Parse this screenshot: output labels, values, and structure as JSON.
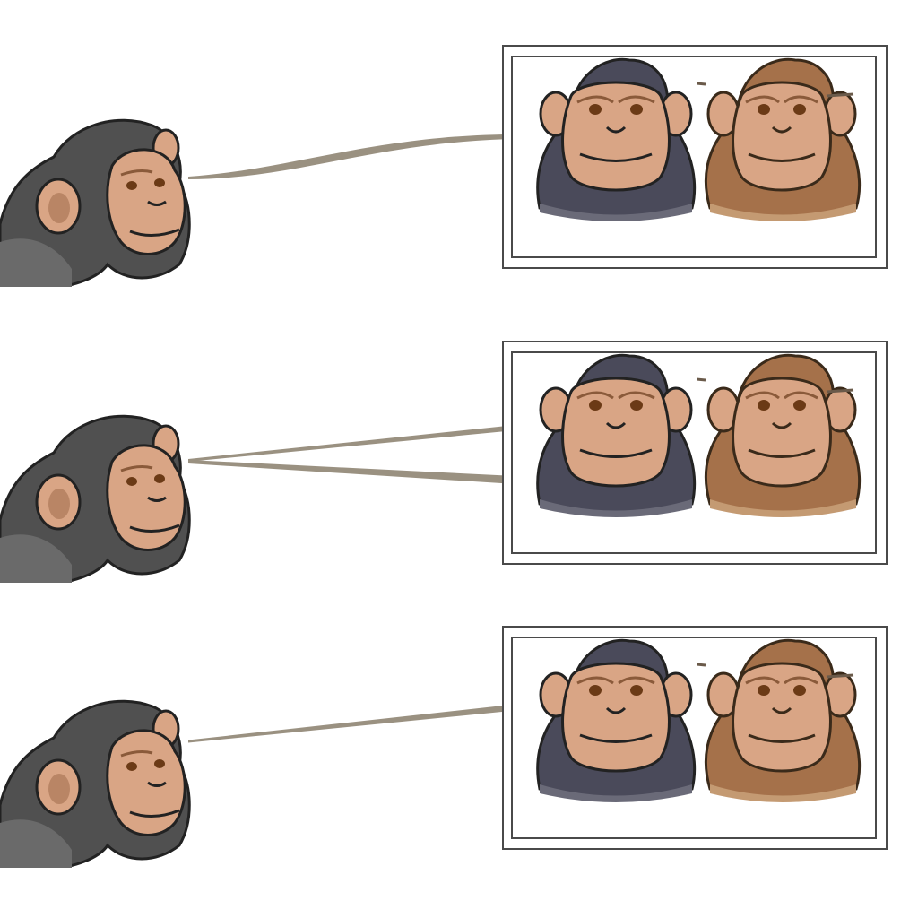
{
  "diagram": {
    "rows": [
      {
        "id": "row-1",
        "gaze_targets": [
          "dark-chimp-face"
        ],
        "arrow_style": "single-curved"
      },
      {
        "id": "row-2",
        "gaze_targets": [
          "dark-chimp-face",
          "dark-chimp-face"
        ],
        "arrow_style": "double"
      },
      {
        "id": "row-3",
        "gaze_targets": [
          "dark-chimp-face"
        ],
        "arrow_style": "single-straight"
      }
    ],
    "colors": {
      "arrow": "#9a9181",
      "dark_fur": "#4a4a5a",
      "viewer_fur": "#505050",
      "brown_fur": "#a5714a",
      "skin": "#d9a585",
      "frame": "#4a4a4a"
    },
    "icons": [
      "chimp-viewer-icon",
      "dark-chimp-face-icon",
      "brown-monkey-face-icon",
      "gaze-arrow-icon"
    ]
  }
}
